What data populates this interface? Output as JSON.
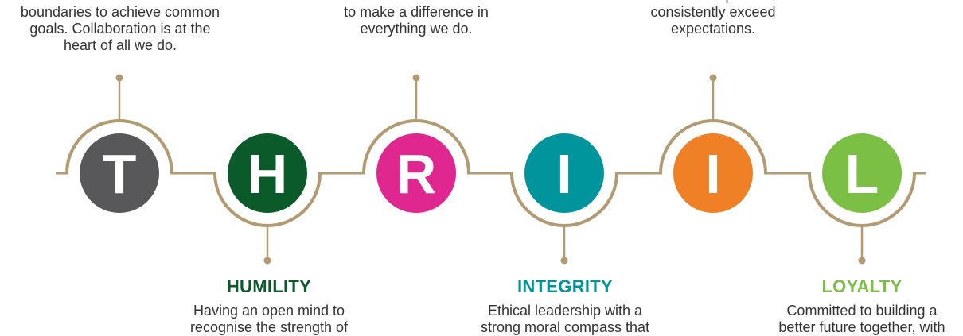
{
  "colors": {
    "gold": "#b29b73",
    "connector": "#b29b73"
  },
  "values": [
    {
      "letter": "T",
      "color": "#58585a",
      "position": "top",
      "heading": "",
      "description": "divisional and functional\nboundaries to achieve common\ngoals. Collaboration is at the\nheart of all we do."
    },
    {
      "letter": "H",
      "color": "#0b5a2a",
      "position": "bottom",
      "heading": "HUMILITY",
      "description": "Having an open mind to\nrecognise the strength of"
    },
    {
      "letter": "R",
      "color": "#e0268f",
      "position": "top",
      "heading": "",
      "description": "execution and excellence\nto make a difference in\neverything we do."
    },
    {
      "letter": "I",
      "color": "#00959d",
      "position": "bottom",
      "heading": "INTEGRITY",
      "description": "Ethical leadership with a\nstrong moral compass that"
    },
    {
      "letter": "I",
      "color": "#f08026",
      "position": "top",
      "heading": "",
      "description": "and continous improvement to\nconsistently exceed\nexpectations."
    },
    {
      "letter": "L",
      "color": "#7bbf44",
      "position": "bottom",
      "heading": "LOYALTY",
      "description": "Committed to building a\nbetter future together, with"
    }
  ]
}
